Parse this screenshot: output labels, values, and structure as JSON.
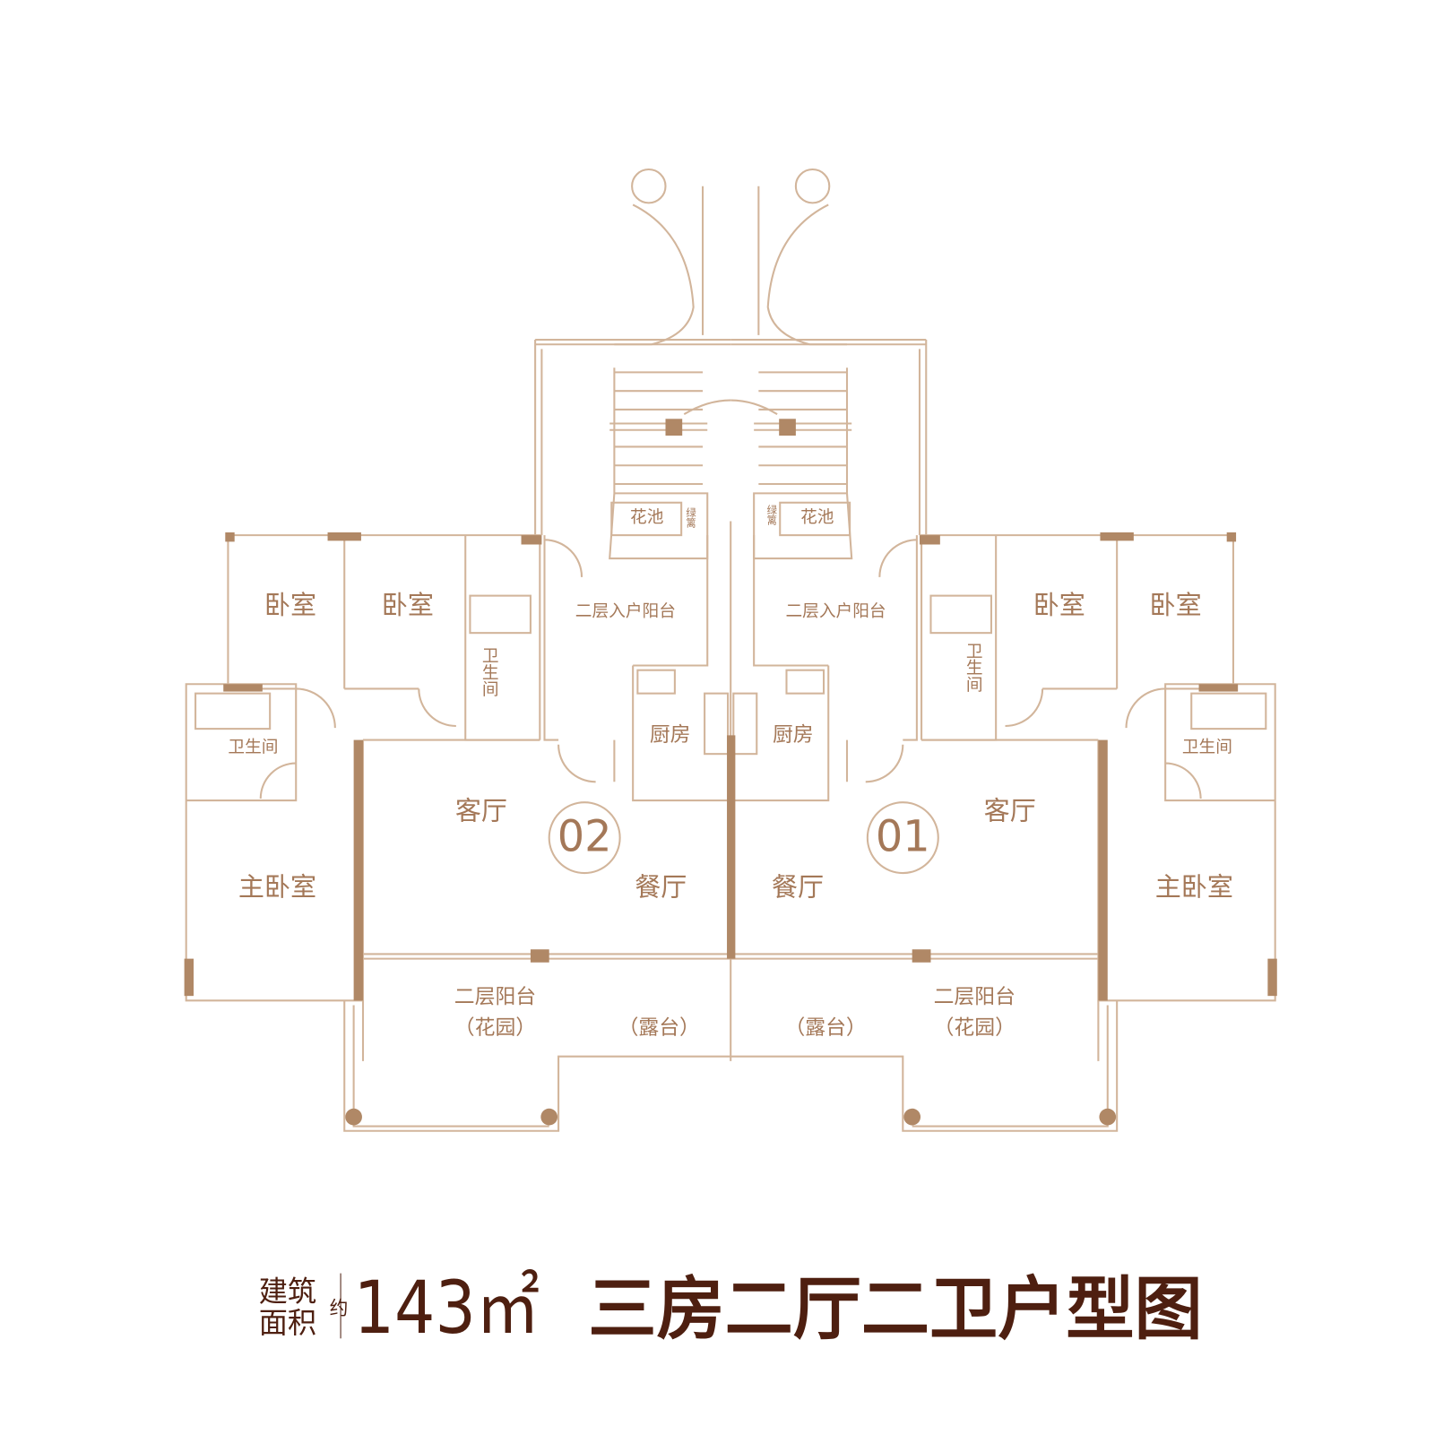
{
  "colors": {
    "line": "#d2b59b",
    "wall": "#b08866",
    "label": "#a47858",
    "title": "#4e1f10"
  },
  "rooms": {
    "bedroom": "卧室",
    "bathroom": "卫生间",
    "entry_balcony": "二层入户阳台",
    "kitchen": "厨房",
    "living": "客厅",
    "dining": "餐厅",
    "master_bedroom": "主卧室",
    "balcony": "二层阳台",
    "garden": "（花园）",
    "terrace": "（露台）",
    "planter": "花池",
    "hedge": "绿篱"
  },
  "units": {
    "left": "02",
    "right": "01"
  },
  "title": {
    "area_label_1": "建筑",
    "area_label_2": "面积",
    "approx": "约",
    "area": "143㎡",
    "layout": "三房二厅二卫户型图"
  }
}
